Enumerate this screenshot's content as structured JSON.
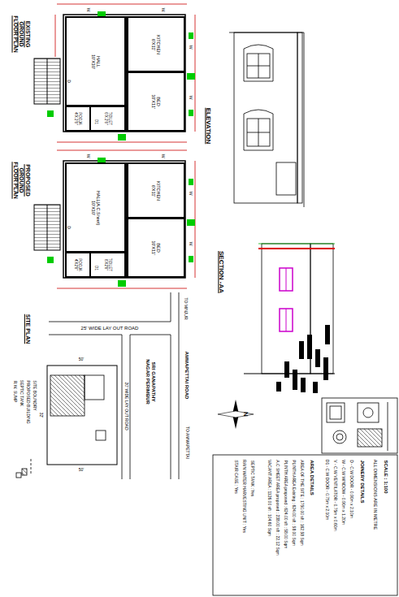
{
  "diagram": {
    "nodes": [
      {
        "text": [
          "KITCHEN",
          "6'X11'"
        ]
      },
      {
        "text": [
          "HALL",
          "10'X10'"
        ]
      },
      {
        "text": [
          "BED",
          "10'X11'"
        ]
      },
      {
        "text": [
          "POOJA",
          "4'X 2'6\""
        ]
      },
      {
        "text": [
          "TOILET",
          "6'X 2'6\""
        ]
      },
      {
        "text": [
          "KITCHEN",
          "6'X11'"
        ]
      },
      {
        "text": [
          "HALL(A.C.Sheet)",
          "10'X10'"
        ]
      },
      {
        "text": [
          "BED",
          "10'X11'"
        ]
      },
      {
        "text": [
          "POOJA",
          "4'X2'6\""
        ]
      },
      {
        "text": [
          "TOILET",
          "6'X2'6\""
        ]
      }
    ],
    "labels": [
      "EXISTING GROUND FLOOR PLAN",
      "ELEVATION",
      "PROPOSED GROUND FLOOR PLAN",
      "SECTION -AA",
      "SITE PLAN",
      "25' WIDE LAY OUT ROAD",
      "TO MINJUR",
      "AMMAPETTAI ROAD",
      "TO AMMAPETTAI",
      "SRI GANAPATHY NAGAR PERIMBUR",
      "20' WIDE LAY OUT ROAD",
      "50'",
      "50'",
      "32'",
      "SITE BOUNDRY",
      "PROPOSED BUILDING",
      "SEPTIC TANK",
      "R.W. SUMP",
      "N",
      "SCALE : 1:100",
      "ALL DIMENSIONS ARE IN METRE",
      "JOINERY DETAILS",
      "D - C.W DOOR - 0.90m x 2.10m",
      "W - C.W WINDOW - 0.90m x 1.20m",
      "V - C.W VENTILATOR - 0.75m x 0.60m",
      "D1 - C.W DOOR - 0.75m x 2.10m",
      "AREA DETAILS",
      "AREA OF THE SITE : 1750.00 sft : 162.58 Sqm",
      "PLINTH AREA Existing : 624.00 sft : 58.00 Sqm",
      "PLINTH AREA proposed : 624.00 sft : 58.00 Sqm",
      "A.C SHEET AREA proposed : 238.00 sft : 22.12 Sqm",
      "VACANT AREA : 1126.00 sft : 104.60 Sqm",
      "SEPTIC TANK : Yes",
      "RAIN WATER HARVESTING UNIT : Yes",
      "STAIR CASE : Yes",
      "W",
      "W",
      "W",
      "W",
      "D",
      "D1",
      "W",
      "W",
      "W",
      "W",
      "D",
      "D1"
    ]
  }
}
